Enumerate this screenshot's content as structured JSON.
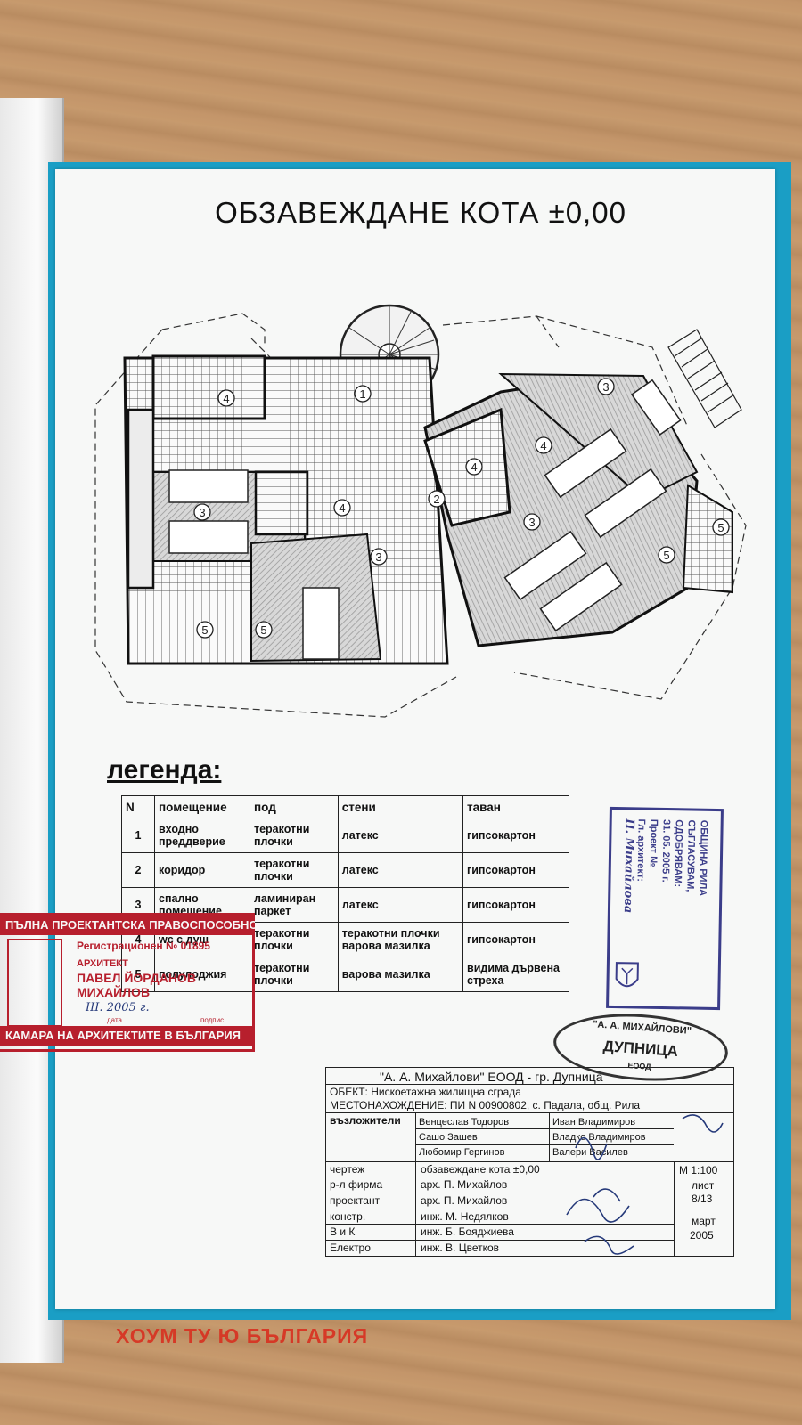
{
  "title": "ОБЗАВЕЖДАНЕ КОТА  ±0,00",
  "plan": {
    "room_numbers": [
      "1",
      "2",
      "3",
      "4",
      "5"
    ]
  },
  "legend": {
    "heading": "легенда:",
    "headers": [
      "N",
      "помещение",
      "под",
      "стени",
      "таван"
    ],
    "rows": [
      {
        "n": "1",
        "room": "входно преддверие",
        "floor": "теракотни плочки",
        "walls": "латекс",
        "ceiling": "гипсокартон"
      },
      {
        "n": "2",
        "room": "коридор",
        "floor": "теракотни плочки",
        "walls": "латекс",
        "ceiling": "гипсокартон"
      },
      {
        "n": "3",
        "room": "спално помещение",
        "floor": "ламиниран паркет",
        "walls": "латекс",
        "ceiling": "гипсокартон"
      },
      {
        "n": "4",
        "room": "wc с душ",
        "floor": "теракотни плочки",
        "walls": "теракотни плочки варова мазилка",
        "ceiling": "гипсокартон"
      },
      {
        "n": "5",
        "room": "полулоджия",
        "floor": "теракотни плочки",
        "walls": "варова мазилка",
        "ceiling": "видима дървена стреха"
      }
    ]
  },
  "approval_stamp": {
    "line1": "ОБЩИНА РИЛА",
    "line2": "СЪГЛАСУВАМ,",
    "line3": "ОДОБРЯВАМ:",
    "date_line": "31. 05. 2005 г.",
    "line4": "Проект №",
    "line5": "Гл. архитект:",
    "signature": "П. Михайлова"
  },
  "company_seal": {
    "top": "\"А. А. МИХАЙЛОВИ\"",
    "middle": "ДУПНИЦА",
    "bottom": "ЕООД"
  },
  "title_block": {
    "company": "\"А. А. Михайлови\" ЕООД - гр. Дупница",
    "object": "ОБЕКТ: Нискоетажна жилищна сграда",
    "location": "МЕСТОНАХОЖДЕНИЕ: ПИ  N 00900802, с. Падала, общ. Рила",
    "clients_label": "възложители",
    "clients": [
      "Венцеслав Тодоров",
      "Сашо Зашев",
      "Любомир Гергинов",
      "Иван Владимиров",
      "Владко Владимиров",
      "Валери Василев"
    ],
    "rows": [
      {
        "label": "чертеж",
        "value": "обзавеждане кота ±0,00"
      },
      {
        "label": "р-л фирма",
        "value": "арх. П. Михайлов"
      },
      {
        "label": "проектант",
        "value": "арх. П. Михайлов"
      },
      {
        "label": "констр.",
        "value": "инж. М. Недялков"
      },
      {
        "label": "В и К",
        "value": "инж. Б. Бояджиева"
      },
      {
        "label": "Електро",
        "value": "инж. В. Цветков"
      }
    ],
    "scale": "М 1:100",
    "sheet_label": "лист",
    "sheet_number": "8/13",
    "month": "март",
    "year": "2005"
  },
  "license_stamp": {
    "top": "ПЪЛНА ПРОЕКТАНТСКА ПРАВОСПОСОБНОСТ",
    "reg": "Регистрационен № 01895",
    "profession": "АРХИТЕКТ",
    "name": "ПАВЕЛ ЙОРДАНОВ МИХАЙЛОВ",
    "date": "III. 2005 г.",
    "date_caption": "дата",
    "sign_caption": "подпис",
    "bottom": "КАМАРА НА АРХИТЕКТИТЕ В БЪЛГАРИЯ"
  },
  "watermark": "ХОУМ ТУ Ю БЪЛГАРИЯ"
}
